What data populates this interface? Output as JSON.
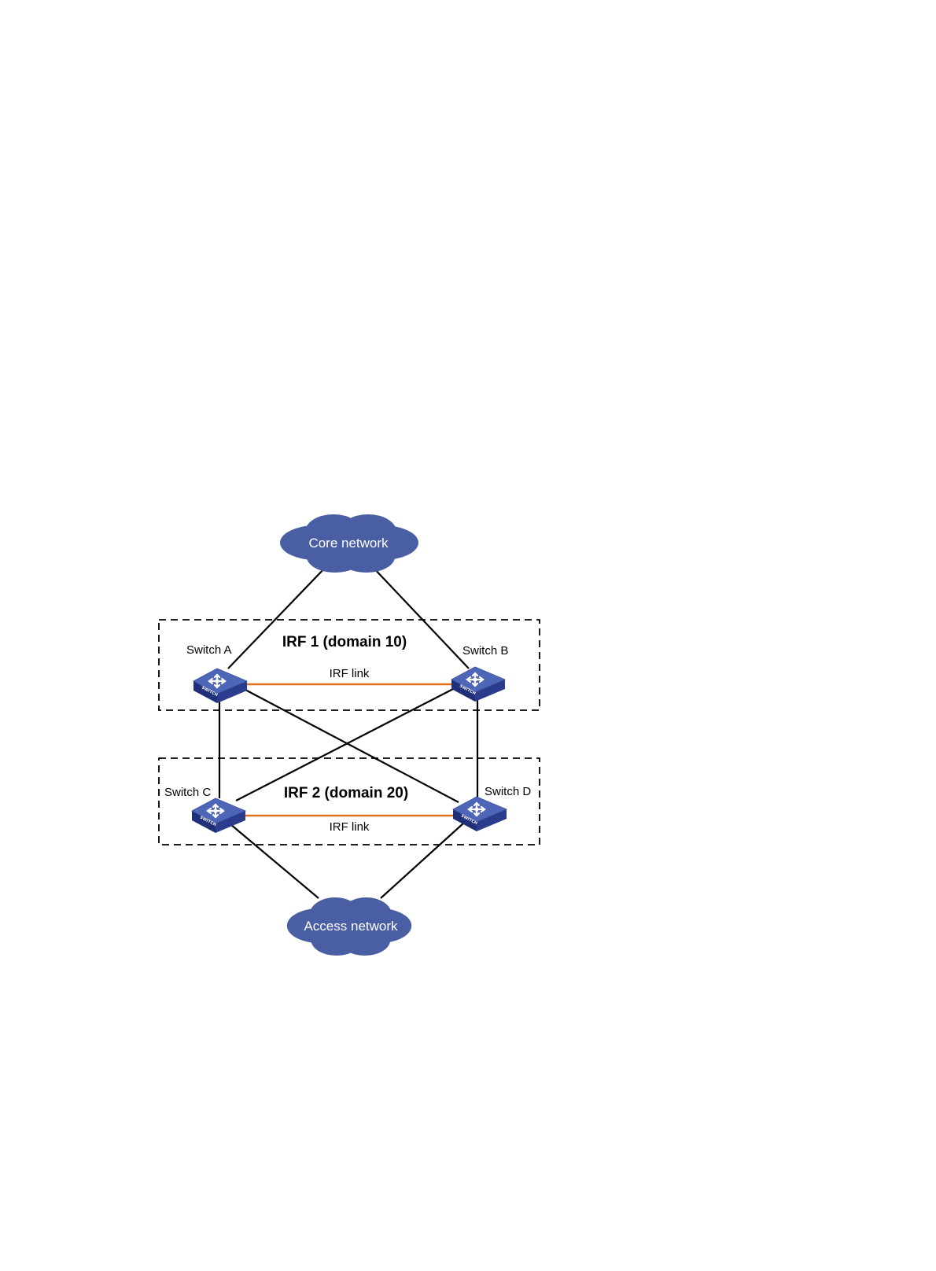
{
  "clouds": {
    "core": "Core network",
    "access": "Access network"
  },
  "irf_groups": {
    "irf1": {
      "title": "IRF 1 (domain 10)",
      "link_label": "IRF link"
    },
    "irf2": {
      "title": "IRF 2 (domain 20)",
      "link_label": "IRF link"
    }
  },
  "switches": {
    "a": "Switch A",
    "b": "Switch B",
    "c": "Switch C",
    "d": "Switch D"
  },
  "device_text": "SWITCH",
  "icons": {
    "cloud": "cloud-icon",
    "switch": "switch-icon"
  },
  "colors": {
    "cloud_fill": "#4a5fa3",
    "switch_top": "#4d66b8",
    "switch_side": "#1f2f78",
    "irf_link": "#e0701b",
    "link": "#000000",
    "domain_border": "#000000"
  }
}
